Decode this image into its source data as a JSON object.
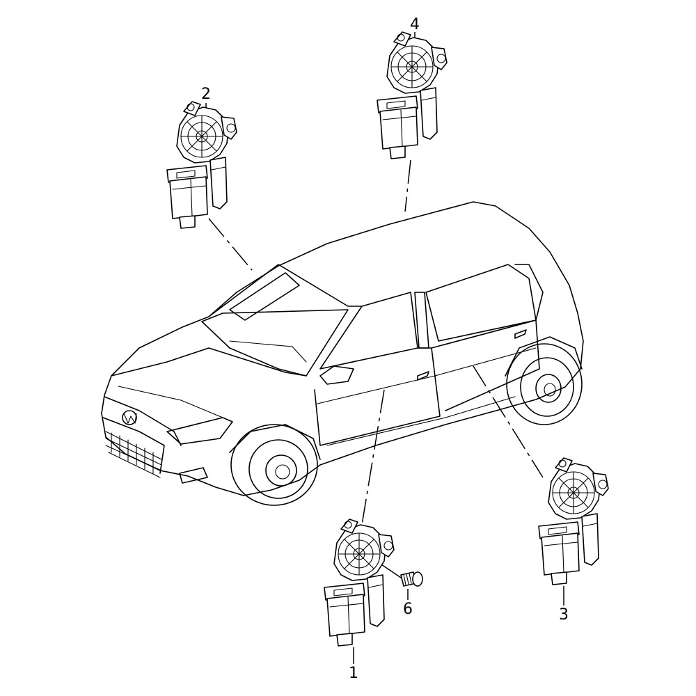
{
  "callouts": [
    {
      "id": "1",
      "label": "1"
    },
    {
      "id": "2",
      "label": "2"
    },
    {
      "id": "3",
      "label": "3"
    },
    {
      "id": "4",
      "label": "4"
    },
    {
      "id": "6",
      "label": "6"
    }
  ]
}
